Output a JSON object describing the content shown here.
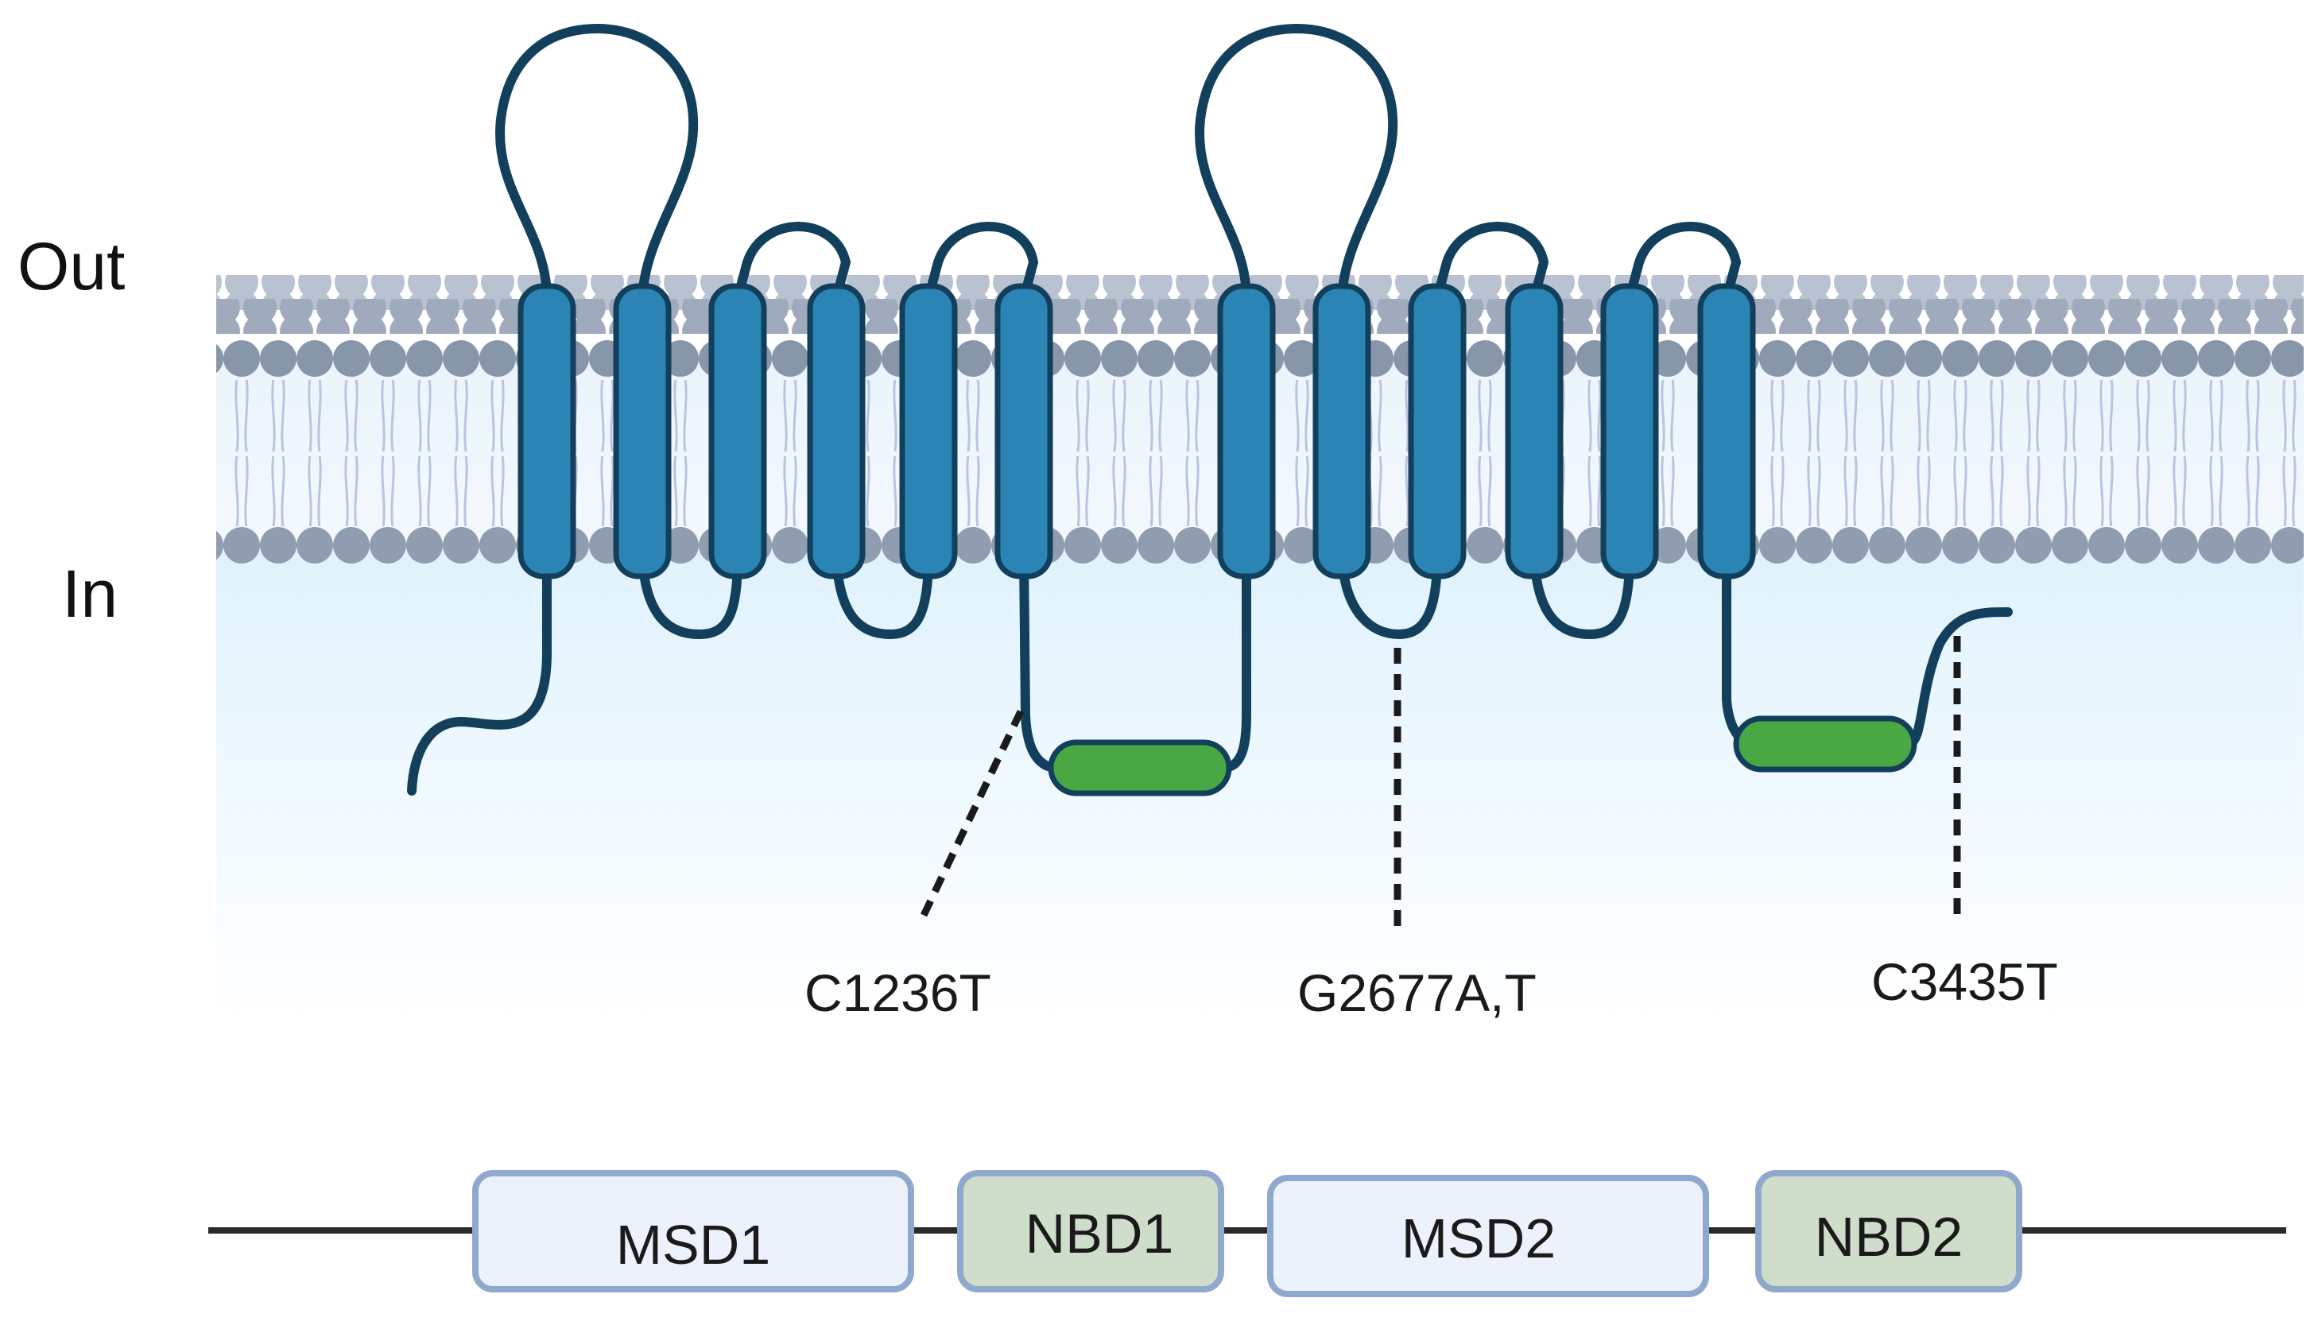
{
  "regions": {
    "out_label": "Out",
    "in_label": "In"
  },
  "protein": {
    "helix_color": "#2a84b4",
    "backbone_color": "#123f5c",
    "nbd_color": "#4aa844"
  },
  "snps": [
    {
      "label": "C1236T"
    },
    {
      "label": "G2677A,T"
    },
    {
      "label": "C3435T"
    }
  ],
  "domains": [
    {
      "label": "MSD1",
      "kind": "membrane"
    },
    {
      "label": "NBD1",
      "kind": "nucleotide"
    },
    {
      "label": "MSD2",
      "kind": "membrane"
    },
    {
      "label": "NBD2",
      "kind": "nucleotide"
    }
  ],
  "colors": {
    "membrane_domain_fill": "#ebf2fb",
    "nucleotide_domain_fill": "#cfdecb",
    "domain_border": "#90a8cc",
    "cytoplasm": "#e2f4fd",
    "lipid_head": "#8d9bb0"
  }
}
